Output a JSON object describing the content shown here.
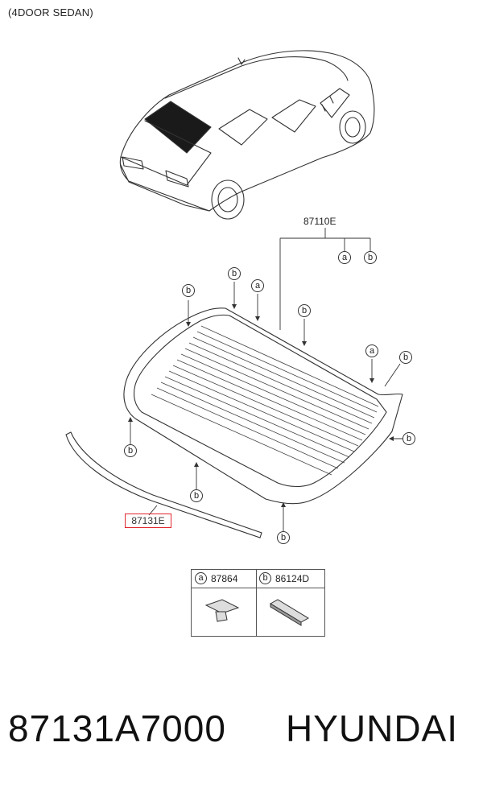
{
  "diagram": {
    "variant_label": "(4DOOR SEDAN)",
    "assembly_label": "87110E",
    "highlight_label": "87131E",
    "callout_letters": {
      "a": "a",
      "b": "b"
    },
    "legend": [
      {
        "letter": "a",
        "part": "87864"
      },
      {
        "letter": "b",
        "part": "86124D"
      }
    ]
  },
  "footer": {
    "part_number": "87131A7000",
    "brand": "HYUNDAI"
  }
}
